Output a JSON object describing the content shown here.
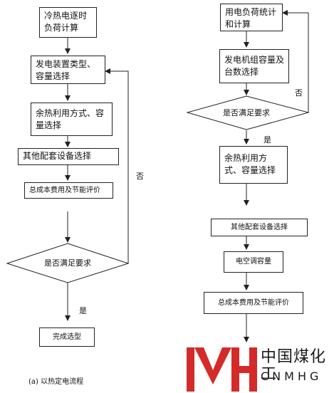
{
  "left_flow": {
    "step1": "冷热电逐时负荷计算",
    "step2": "发电装置类型、容量选择",
    "step3": "余热利用方式、容量选择",
    "step4": "其他配套设备选择",
    "step5": "总成本费用及节能评价",
    "decision": "是否满足要求",
    "no_label": "否",
    "yes_label": "是",
    "end": "完成选型",
    "caption": "(a) 以热定电流程"
  },
  "right_flow": {
    "step1": "用电负荷统计和计算",
    "step2": "发电机组容量及台数选择",
    "decision": "是否满足要求",
    "no_label": "否",
    "yes_label": "是",
    "step3": "余热利用方式、容量选择",
    "step4": "其他配套设备选择",
    "step5": "电空调容量",
    "step6": "总成本费用及节能评价"
  },
  "logo": {
    "cn": "中国煤化工",
    "en": "CNMHG",
    "color": "#d42a2a"
  }
}
